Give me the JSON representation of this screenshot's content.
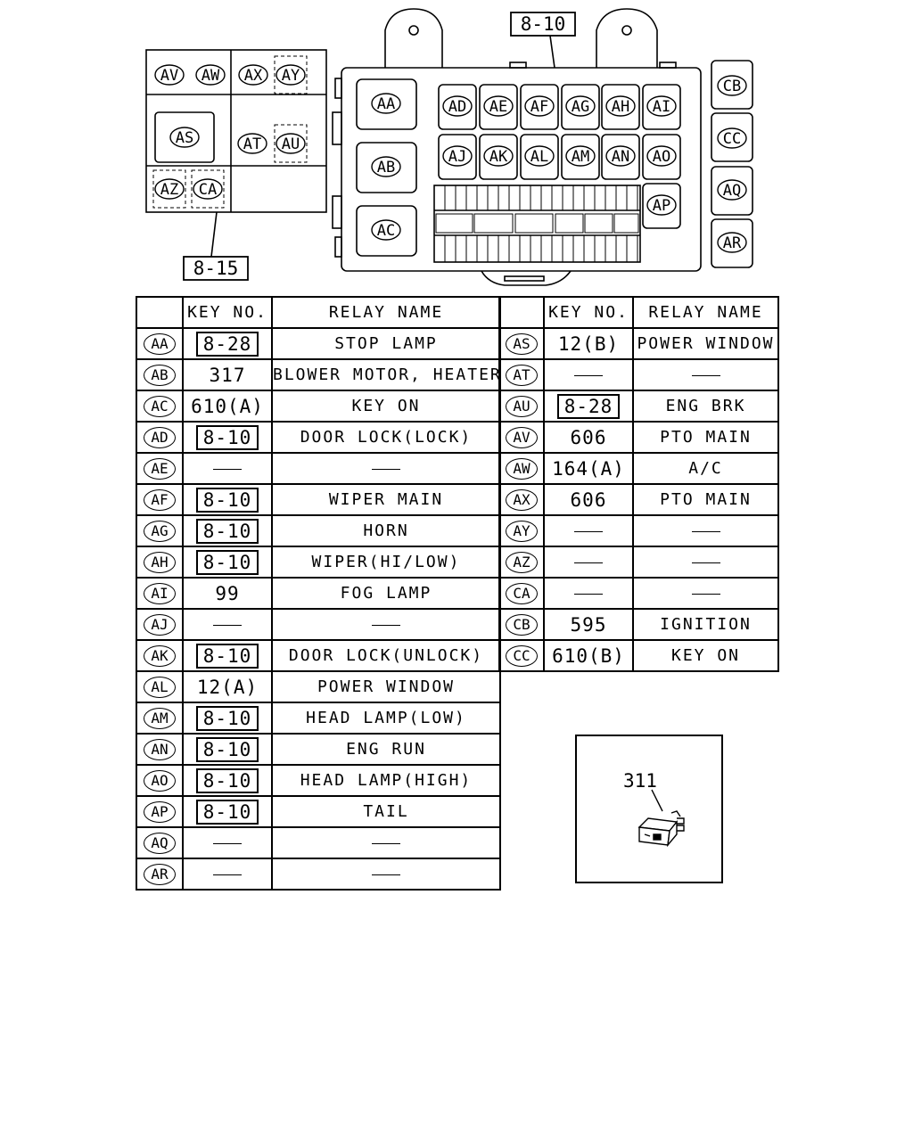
{
  "diagram": {
    "callouts": {
      "panel_main": "8-10",
      "panel_side": "8-15"
    },
    "left_block": {
      "top_row": [
        "AV",
        "AW",
        "AX",
        "AY"
      ],
      "middle_left": "AS",
      "middle_right": [
        "AT",
        "AU"
      ],
      "bottom": [
        "AZ",
        "CA"
      ]
    },
    "main_block": {
      "large_relays": [
        "AA",
        "AB",
        "AC"
      ],
      "row1": [
        "AD",
        "AE",
        "AF",
        "AG",
        "AH",
        "AI"
      ],
      "row2": [
        "AJ",
        "AK",
        "AL",
        "AM",
        "AN",
        "AO"
      ],
      "side": "AP"
    },
    "right_column": [
      "CB",
      "CC",
      "AQ",
      "AR"
    ]
  },
  "table_left": {
    "headers": {
      "pos": "",
      "key": "KEY NO.",
      "relay": "RELAY NAME"
    },
    "rows": [
      {
        "pos": "AA",
        "key": "8-28",
        "boxed": true,
        "relay": "STOP LAMP"
      },
      {
        "pos": "AB",
        "key": "317",
        "boxed": false,
        "relay": "BLOWER MOTOR, HEATER"
      },
      {
        "pos": "AC",
        "key": "610(A)",
        "boxed": false,
        "relay": "KEY ON"
      },
      {
        "pos": "AD",
        "key": "8-10",
        "boxed": true,
        "relay": "DOOR LOCK(LOCK)"
      },
      {
        "pos": "AE",
        "key": "—",
        "boxed": false,
        "relay": "—"
      },
      {
        "pos": "AF",
        "key": "8-10",
        "boxed": true,
        "relay": "WIPER MAIN"
      },
      {
        "pos": "AG",
        "key": "8-10",
        "boxed": true,
        "relay": "HORN"
      },
      {
        "pos": "AH",
        "key": "8-10",
        "boxed": true,
        "relay": "WIPER(HI/LOW)"
      },
      {
        "pos": "AI",
        "key": "99",
        "boxed": false,
        "relay": "FOG LAMP"
      },
      {
        "pos": "AJ",
        "key": "—",
        "boxed": false,
        "relay": "—"
      },
      {
        "pos": "AK",
        "key": "8-10",
        "boxed": true,
        "relay": "DOOR LOCK(UNLOCK)"
      },
      {
        "pos": "AL",
        "key": "12(A)",
        "boxed": false,
        "relay": "POWER WINDOW"
      },
      {
        "pos": "AM",
        "key": "8-10",
        "boxed": true,
        "relay": "HEAD LAMP(LOW)"
      },
      {
        "pos": "AN",
        "key": "8-10",
        "boxed": true,
        "relay": "ENG RUN"
      },
      {
        "pos": "AO",
        "key": "8-10",
        "boxed": true,
        "relay": "HEAD LAMP(HIGH)"
      },
      {
        "pos": "AP",
        "key": "8-10",
        "boxed": true,
        "relay": "TAIL"
      },
      {
        "pos": "AQ",
        "key": "—",
        "boxed": false,
        "relay": "—"
      },
      {
        "pos": "AR",
        "key": "—",
        "boxed": false,
        "relay": "—"
      }
    ]
  },
  "table_right": {
    "headers": {
      "pos": "",
      "key": "KEY NO.",
      "relay": "RELAY NAME"
    },
    "rows": [
      {
        "pos": "AS",
        "key": "12(B)",
        "boxed": false,
        "relay": "POWER WINDOW"
      },
      {
        "pos": "AT",
        "key": "—",
        "boxed": false,
        "relay": "—"
      },
      {
        "pos": "AU",
        "key": "8-28",
        "boxed": true,
        "relay": "ENG BRK"
      },
      {
        "pos": "AV",
        "key": "606",
        "boxed": false,
        "relay": "PTO MAIN"
      },
      {
        "pos": "AW",
        "key": "164(A)",
        "boxed": false,
        "relay": "A/C"
      },
      {
        "pos": "AX",
        "key": "606",
        "boxed": false,
        "relay": "PTO MAIN"
      },
      {
        "pos": "AY",
        "key": "—",
        "boxed": false,
        "relay": "—"
      },
      {
        "pos": "AZ",
        "key": "—",
        "boxed": false,
        "relay": "—"
      },
      {
        "pos": "CA",
        "key": "—",
        "boxed": false,
        "relay": "—"
      },
      {
        "pos": "CB",
        "key": "595",
        "boxed": false,
        "relay": "IGNITION"
      },
      {
        "pos": "CC",
        "key": "610(B)",
        "boxed": false,
        "relay": "KEY ON"
      }
    ]
  },
  "part_inset": {
    "part_number": "311",
    "icon": "relay-icon"
  }
}
